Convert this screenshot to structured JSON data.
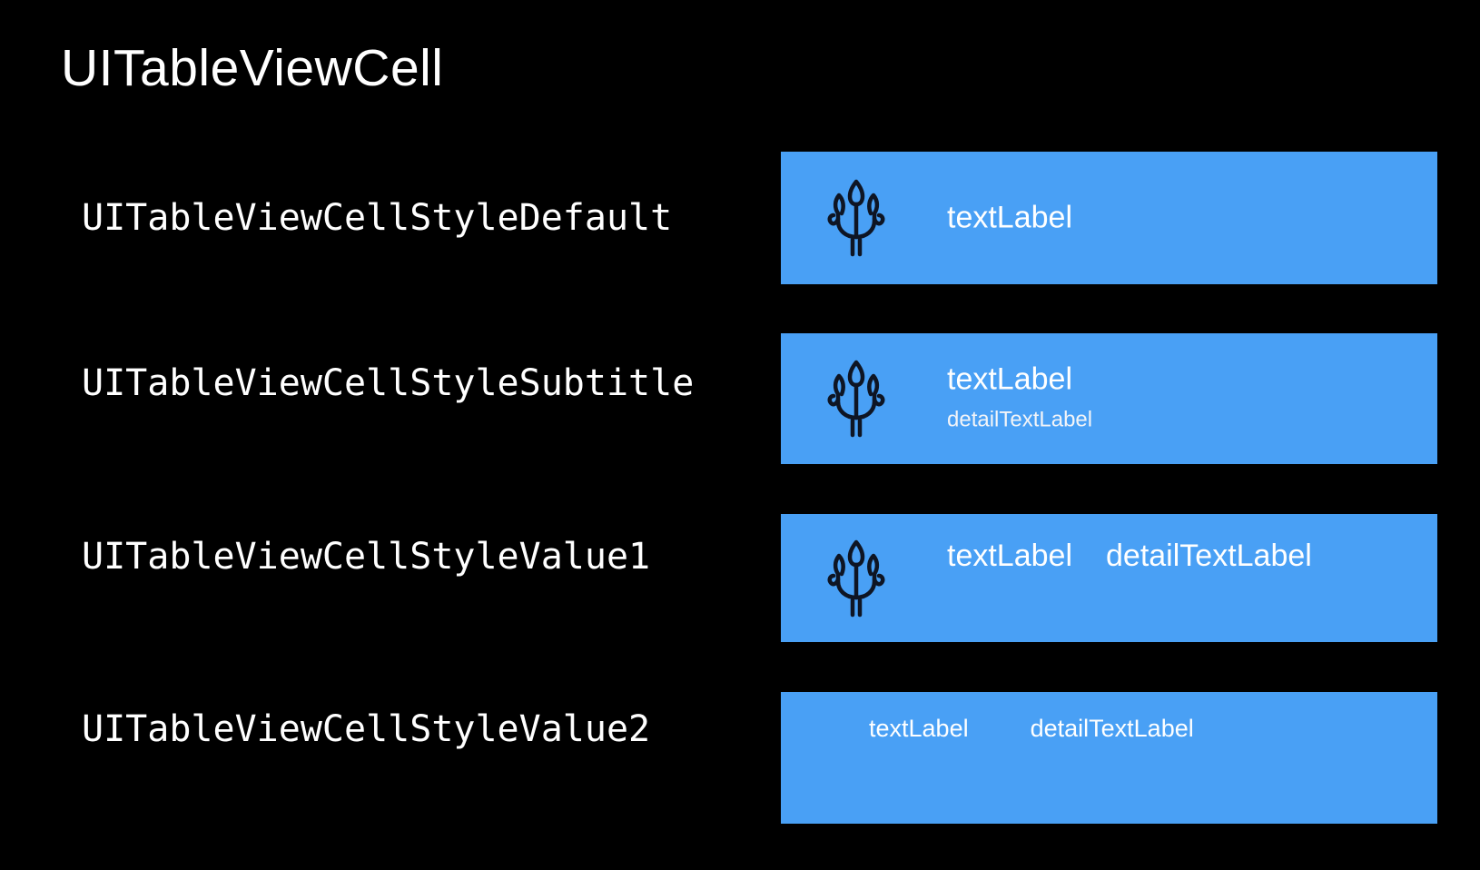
{
  "page_title": "UITableViewCell",
  "colors": {
    "background": "#000000",
    "cell_background": "#49A0F5",
    "icon_stroke": "#0E1524",
    "text": "#FFFFFF"
  },
  "icon": {
    "name": "trident-icon"
  },
  "rows": [
    {
      "style_name": "UITableViewCellStyleDefault",
      "cell": {
        "has_icon": true,
        "layout": "default",
        "text_label": "textLabel"
      }
    },
    {
      "style_name": "UITableViewCellStyleSubtitle",
      "cell": {
        "has_icon": true,
        "layout": "subtitle",
        "text_label": "textLabel",
        "detail_text_label": "detailTextLabel"
      }
    },
    {
      "style_name": "UITableViewCellStyleValue1",
      "cell": {
        "has_icon": true,
        "layout": "value1",
        "text_label": "textLabel",
        "detail_text_label": "detailTextLabel"
      }
    },
    {
      "style_name": "UITableViewCellStyleValue2",
      "cell": {
        "has_icon": false,
        "layout": "value2",
        "text_label": "textLabel",
        "detail_text_label": "detailTextLabel"
      }
    }
  ]
}
